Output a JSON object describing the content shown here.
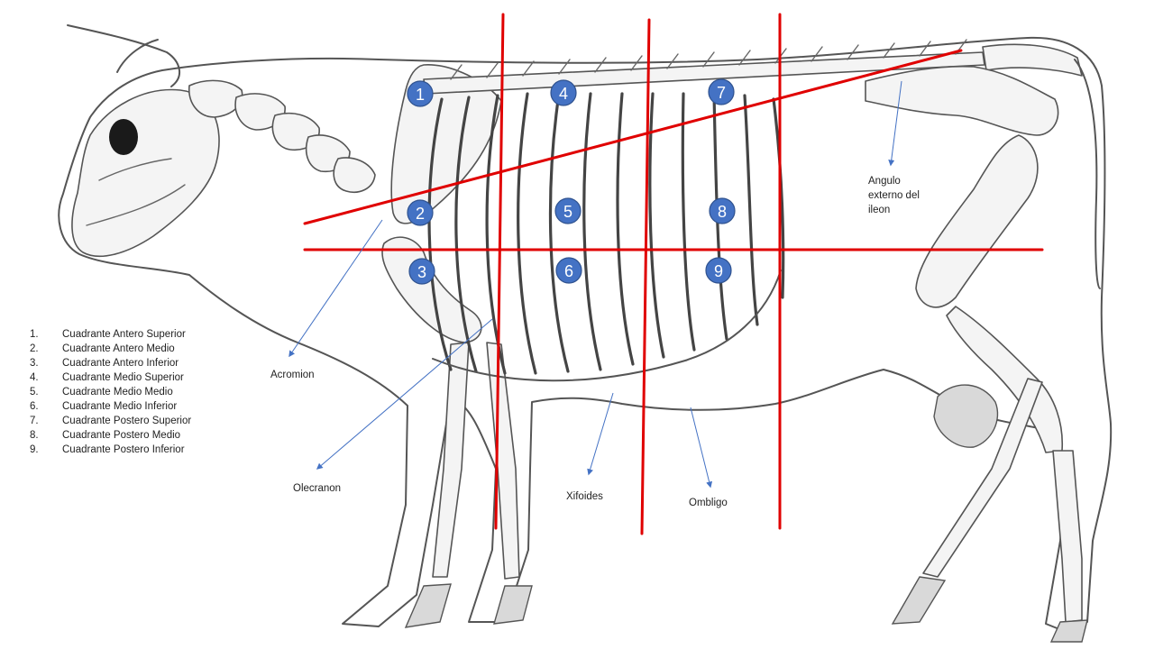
{
  "colors": {
    "quadrant_lines": "#e00000",
    "markers": "#4472c4",
    "pointer_arrows": "#4472c4",
    "skeleton_outline": "#555555"
  },
  "quadrant_markers": [
    {
      "number": "1"
    },
    {
      "number": "2"
    },
    {
      "number": "3"
    },
    {
      "number": "4"
    },
    {
      "number": "5"
    },
    {
      "number": "6"
    },
    {
      "number": "7"
    },
    {
      "number": "8"
    },
    {
      "number": "9"
    }
  ],
  "landmarks": {
    "acromion": "Acromion",
    "olecranon": "Olecranon",
    "xiphoid": "Xifoides",
    "navel": "Ombligo",
    "ilium_line1": "Angulo",
    "ilium_line2": "externo del",
    "ilium_line3": "ileon"
  },
  "legend": [
    {
      "num": "1.",
      "text": "Cuadrante Antero Superior"
    },
    {
      "num": "2.",
      "text": "Cuadrante Antero Medio"
    },
    {
      "num": "3.",
      "text": "Cuadrante Antero Inferior"
    },
    {
      "num": "4.",
      "text": "Cuadrante Medio Superior"
    },
    {
      "num": "5.",
      "text": "Cuadrante Medio Medio"
    },
    {
      "num": "6.",
      "text": "Cuadrante Medio Inferior"
    },
    {
      "num": "7.",
      "text": "Cuadrante Postero Superior"
    },
    {
      "num": "8.",
      "text": "Cuadrante Postero Medio"
    },
    {
      "num": "9.",
      "text": "Cuadrante Postero Inferior"
    }
  ]
}
